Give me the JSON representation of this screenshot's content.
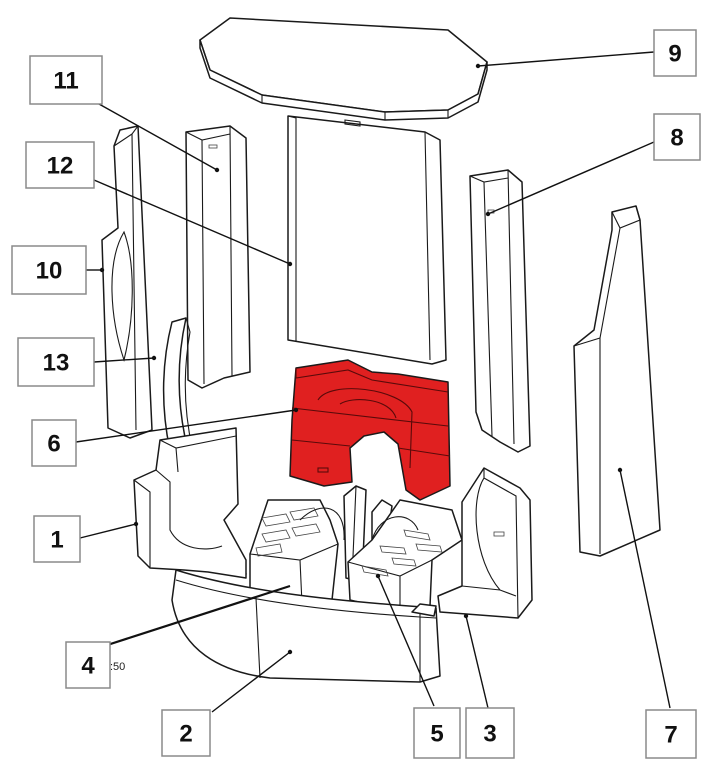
{
  "diagram": {
    "highlight_color": "#e02020",
    "highlighted_part": "6",
    "scale_text": ":50",
    "labels": [
      "9",
      "11",
      "12",
      "8",
      "10",
      "13",
      "6",
      "1",
      "4",
      "2",
      "5",
      "3",
      "7"
    ]
  }
}
